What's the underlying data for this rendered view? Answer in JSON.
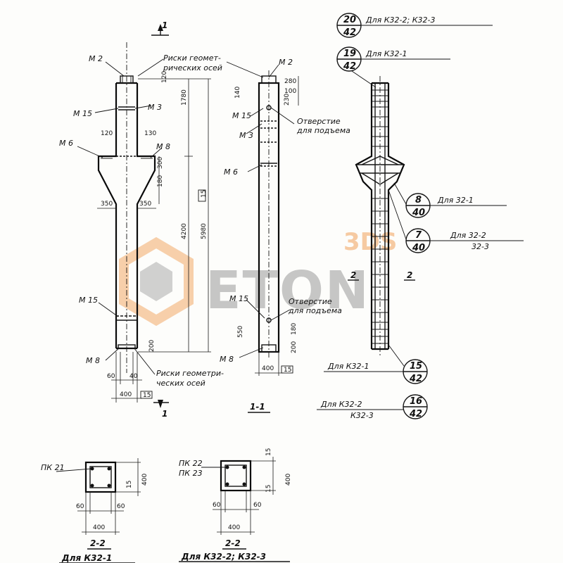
{
  "watermark": {
    "brand": "ETON",
    "badge": "3DS",
    "accent": "#f2a25a",
    "gray": "#9a9a9a"
  },
  "section_marks": {
    "one": "1",
    "two": "2"
  },
  "labels": {
    "m2": "М 2",
    "m15": "М 15",
    "m3": "М 3",
    "m6": "М 6",
    "m8": "М 8",
    "riski_top_a": "Риски геомет-",
    "riski_top_b": "рических осей",
    "riski_bot_a": "Риски геометри-",
    "riski_bot_b": "ческих осей",
    "otv_a": "Отверстие",
    "otv_b": "для подъема",
    "section_1_1": "1-1",
    "section_2_2": "2-2"
  },
  "dims": {
    "d60": "60",
    "d40": "40",
    "d400": "400",
    "d350": "350",
    "d120": "120",
    "d130": "130",
    "d300": "300",
    "d180": "180",
    "d1780": "1780",
    "d4200": "4200",
    "d5980": "5980",
    "d550": "550",
    "d200": "200",
    "d140": "140",
    "d100": "100",
    "d280": "280",
    "d230": "230",
    "d15": "15"
  },
  "bubbles": [
    {
      "top": "20",
      "bottom": "42",
      "text": "Для К32-2; К32-3"
    },
    {
      "top": "19",
      "bottom": "42",
      "text": "Для К32-1"
    },
    {
      "top": "8",
      "bottom": "40",
      "text": "Для 32-1"
    },
    {
      "top": "7",
      "bottom": "40",
      "text": "Для 32-2",
      "text2": "32-3"
    },
    {
      "top": "15",
      "bottom": "42",
      "text": "Для К32-1"
    },
    {
      "top": "16",
      "bottom": "42",
      "text": "Для К32-2",
      "text2": "К32-3"
    }
  ],
  "bottom_sections": {
    "left": {
      "mesh": "ПК 21",
      "caption": "Для К32-1"
    },
    "right": {
      "mesh1": "ПК 22",
      "mesh2": "ПК 23",
      "caption": "Для К32-2; К32-3"
    }
  }
}
